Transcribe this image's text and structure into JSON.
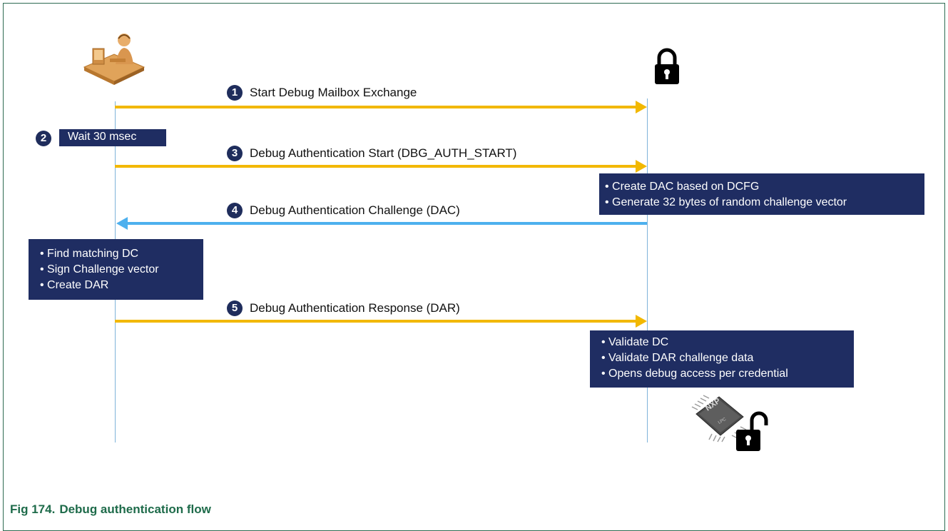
{
  "figure": {
    "label": "Fig 174.",
    "title": "Debug authentication flow"
  },
  "actors": {
    "host": {
      "icon": "operator-workstation-icon"
    },
    "device": {
      "icon": "padlock-locked-icon"
    },
    "chip": {
      "icon": "nxp-lpc-chip-icon",
      "brand": "NXP",
      "model": "LPC",
      "lock_icon": "padlock-unlocked-icon"
    }
  },
  "steps": [
    {
      "number": "1",
      "label": "Start Debug Mailbox Exchange",
      "direction": "host-to-device"
    },
    {
      "number": "2",
      "label": "Wait 30 msec",
      "direction": "local"
    },
    {
      "number": "3",
      "label": "Debug Authentication Start (DBG_AUTH_START)",
      "direction": "host-to-device"
    },
    {
      "number": "4",
      "label": "Debug Authentication Challenge (DAC)",
      "direction": "device-to-host"
    },
    {
      "number": "5",
      "label": "Debug Authentication Response (DAR)",
      "direction": "host-to-device"
    }
  ],
  "notes": {
    "device_challenge": [
      "Create DAC based on DCFG",
      "Generate 32 bytes of random challenge vector"
    ],
    "host_response": [
      "Find matching DC",
      "Sign Challenge vector",
      "Create DAR"
    ],
    "device_validate": [
      "Validate DC",
      "Validate DAR challenge data",
      "Opens debug access per credential"
    ]
  },
  "colors": {
    "request_arrow": "#f2b800",
    "response_arrow": "#4db0ee",
    "note_background": "#1f2d62",
    "caption": "#1e6b4a"
  }
}
